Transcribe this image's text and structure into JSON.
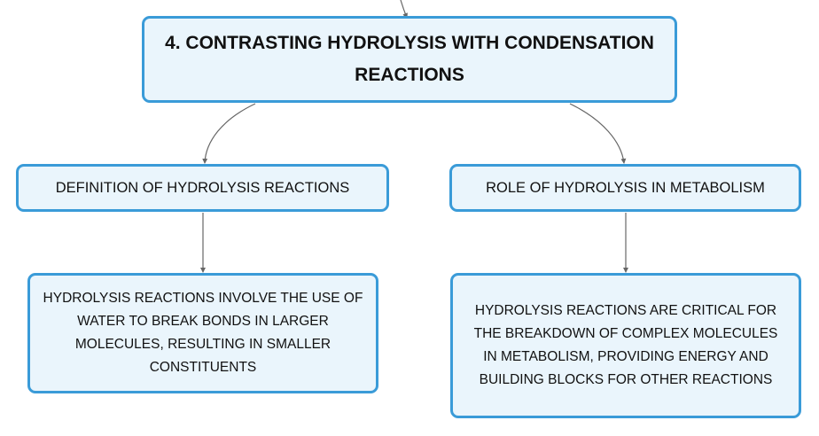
{
  "root": {
    "title": "4. CONTRASTING HYDROLYSIS WITH CONDENSATION REACTIONS"
  },
  "branches": [
    {
      "label": "DEFINITION OF HYDROLYSIS REACTIONS",
      "detail": "HYDROLYSIS REACTIONS INVOLVE THE USE OF WATER TO BREAK BONDS IN LARGER MOLECULES, RESULTING IN SMALLER CONSTITUENTS"
    },
    {
      "label": "ROLE OF HYDROLYSIS IN METABOLISM",
      "detail": "HYDROLYSIS REACTIONS ARE CRITICAL FOR THE BREAKDOWN OF COMPLEX MOLECULES IN METABOLISM, PROVIDING ENERGY AND BUILDING BLOCKS FOR OTHER REACTIONS"
    }
  ],
  "colors": {
    "node_border": "#3a9bd8",
    "node_fill": "#eaf5fc",
    "connector": "#666666"
  }
}
